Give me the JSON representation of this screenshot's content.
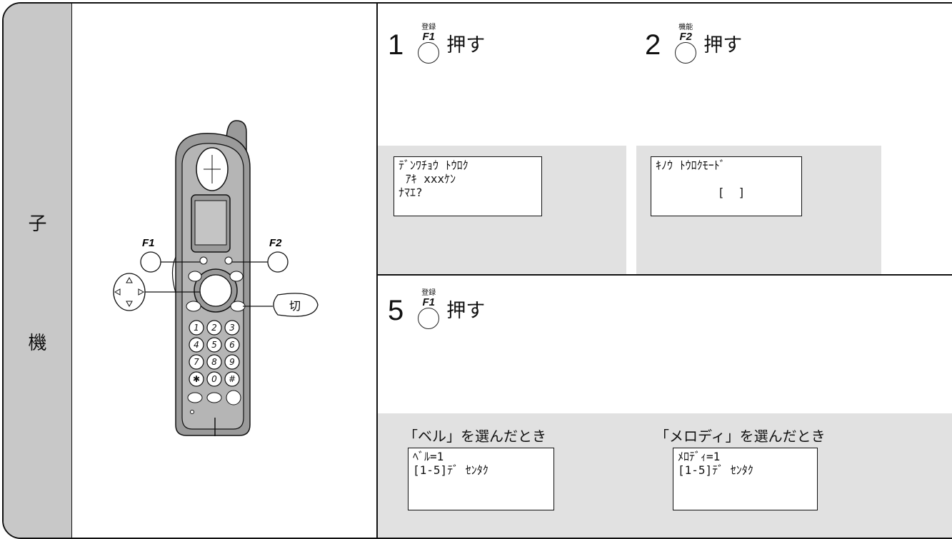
{
  "side_tab": {
    "char_top": "子",
    "char_bottom": "機"
  },
  "phone": {
    "f1": "F1",
    "f2": "F2",
    "off_key": "切",
    "keypad": [
      "1",
      "2",
      "3",
      "4",
      "5",
      "6",
      "7",
      "8",
      "9",
      "✱",
      "0",
      "#"
    ]
  },
  "steps": [
    {
      "num": "1",
      "key_small": "登録",
      "key_label": "F1",
      "action": "押す",
      "display": "ﾃﾞﾝﾜﾁｮｳ ﾄｳﾛｸ\n ｱｷ xxxｹﾝ\nﾅﾏｴ?"
    },
    {
      "num": "2",
      "key_small": "機能",
      "key_label": "F2",
      "action": "押す",
      "display": "ｷﾉｳ ﾄｳﾛｸﾓｰﾄﾞ\n\n         [  ]"
    },
    {
      "num": "5",
      "key_small": "登録",
      "key_label": "F1",
      "action": "押す",
      "options": [
        {
          "caption": "「ベル」を選んだとき",
          "display": "ﾍﾞﾙ=1\n[1-5]ﾃﾞ ｾﾝﾀｸ"
        },
        {
          "caption": "「メロディ」を選んだとき",
          "display": "ﾒﾛﾃﾞｨ=1\n[1-5]ﾃﾞ ｾﾝﾀｸ"
        }
      ]
    }
  ],
  "colors": {
    "tab_bg": "#c8c8c8",
    "panel_bg": "#e1e1e1",
    "phone_body": "#9a9a9a",
    "phone_face": "#b8b8b8",
    "line": "#111111"
  }
}
